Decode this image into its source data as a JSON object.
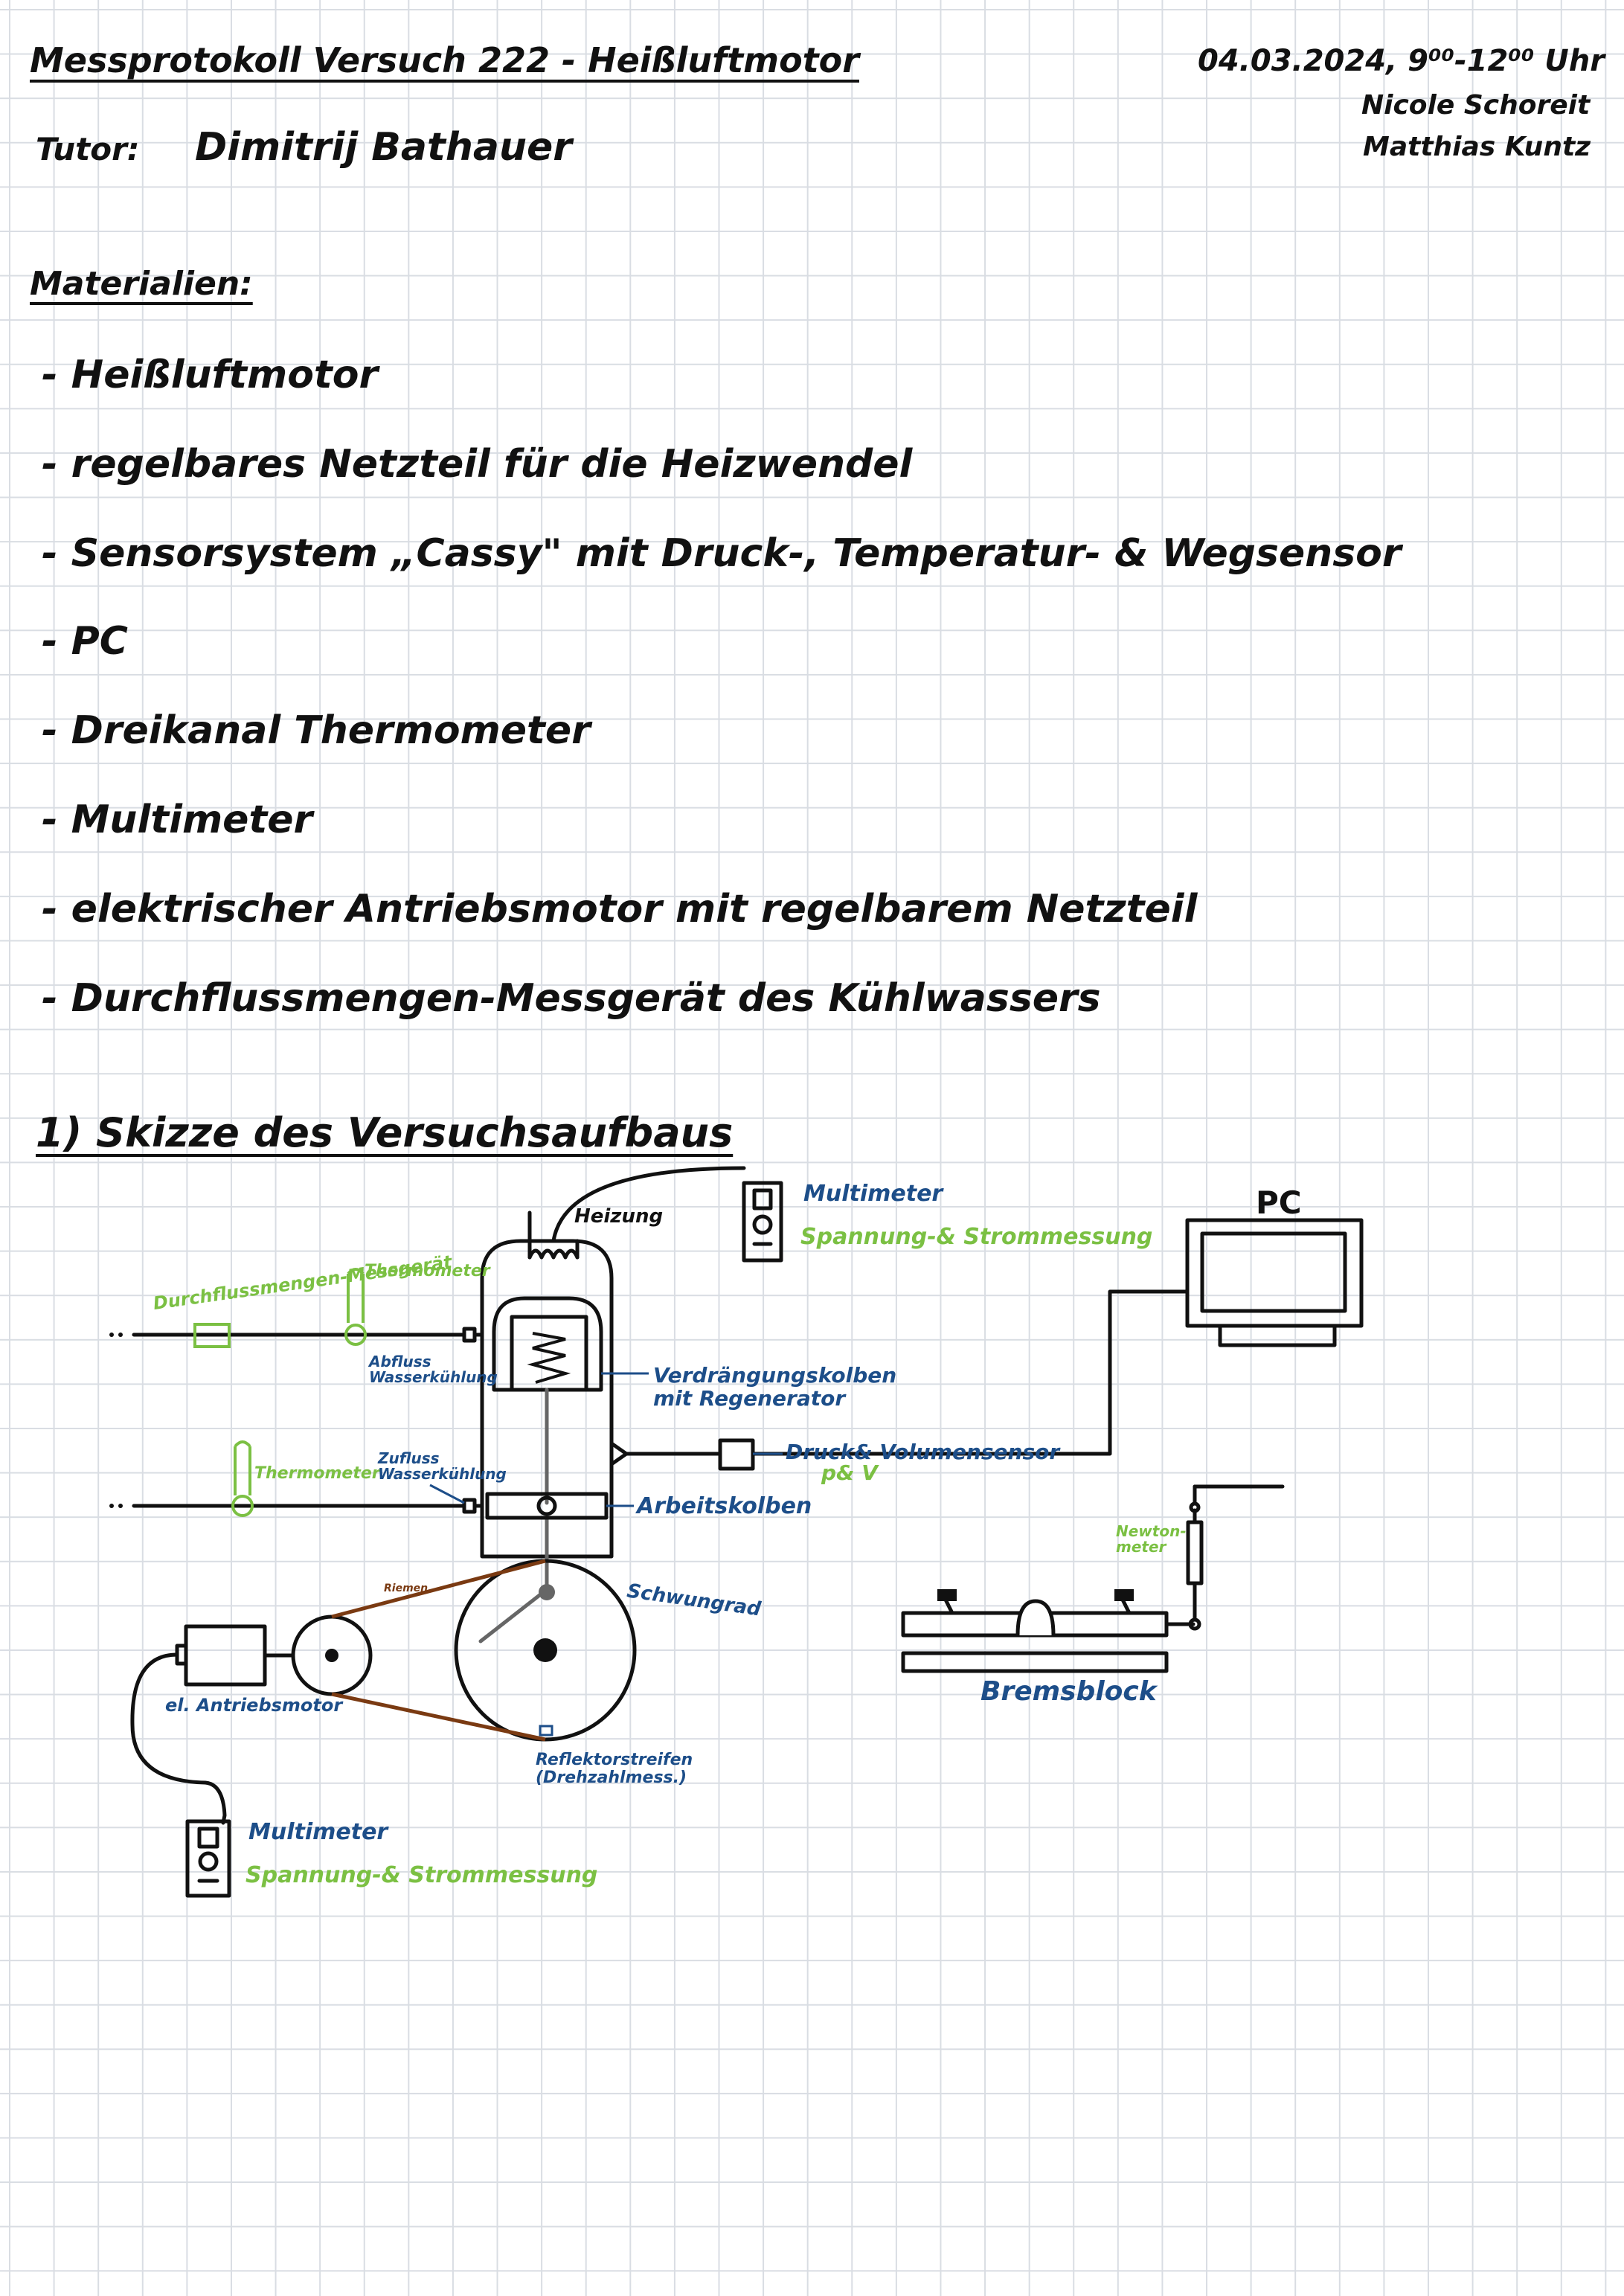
{
  "header": {
    "title": "Messprotokoll Versuch 222 - Heißluftmotor",
    "date": "04.03.2024, 9⁰⁰-12⁰⁰ Uhr",
    "tutor_label": "Tutor:",
    "tutor_name": "Dimitrij Bathauer",
    "author1": "Nicole Schoreit",
    "author2": "Matthias Kuntz"
  },
  "materials": {
    "heading": "Materialien:",
    "items": [
      "- Heißluftmotor",
      "- regelbares Netzteil für die Heizwendel",
      "- Sensorsystem „Cassy\" mit Druck-, Temperatur- & Wegsensor",
      "- PC",
      "- Dreikanal Thermometer",
      "- Multimeter",
      "- elektrischer Antriebsmotor mit regelbarem Netzteil",
      "- Durchflussmengen-Messgerät des Kühlwassers"
    ]
  },
  "section1": {
    "heading": "1) Skizze des Versuchsaufbaus"
  },
  "diagram": {
    "pc": "PC",
    "heizung": "Heizung",
    "multimeter_top": "Multimeter",
    "multimeter_top_sub": "Spannung-& Strommessung",
    "durchfluss": "Durchflussmengen-Messgerät",
    "thermometer_top": "Thermometer",
    "abfluss": "Abfluss Wasserkühlung",
    "verdraengung": "Verdrängungskolben mit Regenerator",
    "thermometer_bottom": "Thermometer",
    "zufluss": "Zufluss Wasserkühlung",
    "druck_sensor": "Druck& Volumensensor",
    "p_v": "p& V",
    "arbeitskolben": "Arbeitskolben",
    "riemen": "Riemen",
    "schwungrad": "Schwungrad",
    "el_antriebsmotor": "el. Antriebsmotor",
    "reflektor": "Reflektorstreifen (Drehzahlmess.)",
    "multimeter_bottom": "Multimeter",
    "multimeter_bottom_sub": "Spannung-& Strommessung",
    "newtonmeter": "Newton-meter",
    "bremsblock": "Bremsblock"
  }
}
